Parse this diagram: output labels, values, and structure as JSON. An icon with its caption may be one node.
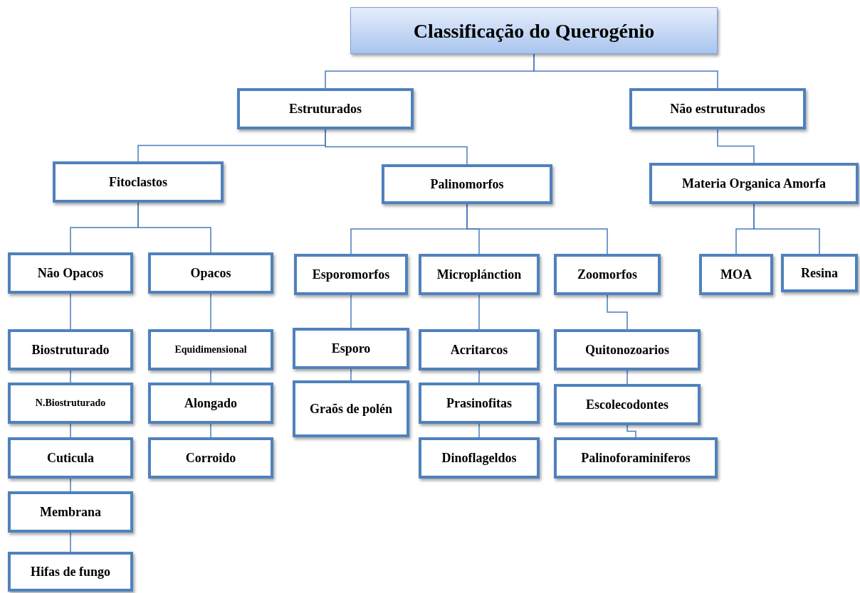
{
  "diagram": {
    "nodes": [
      {
        "text": [
          "Classificação do Querogénio"
        ]
      },
      {
        "text": [
          "Estruturados"
        ]
      },
      {
        "text": [
          "Não estruturados"
        ]
      },
      {
        "text": [
          "Fitoclastos"
        ]
      },
      {
        "text": [
          "Palinomorfos"
        ]
      },
      {
        "text": [
          "Materia Organica Amorfa"
        ]
      },
      {
        "text": [
          "Não Opacos"
        ]
      },
      {
        "text": [
          "Opacos"
        ]
      },
      {
        "text": [
          "Esporomorfos"
        ]
      },
      {
        "text": [
          "Microplánction"
        ]
      },
      {
        "text": [
          "Zoomorfos"
        ]
      },
      {
        "text": [
          "MOA"
        ]
      },
      {
        "text": [
          "Resina"
        ]
      },
      {
        "text": [
          "Biostruturado"
        ]
      },
      {
        "text": [
          "N.Biostruturado"
        ]
      },
      {
        "text": [
          "Cuticula"
        ]
      },
      {
        "text": [
          "Membrana"
        ]
      },
      {
        "text": [
          "Hifas de fungo"
        ]
      },
      {
        "text": [
          "Equidimensional"
        ]
      },
      {
        "text": [
          "Alongado"
        ]
      },
      {
        "text": [
          "Corroido"
        ]
      },
      {
        "text": [
          "Esporo"
        ]
      },
      {
        "text": [
          "Graõs de polén"
        ]
      },
      {
        "text": [
          "Acritarcos"
        ]
      },
      {
        "text": [
          "Prasinofitas"
        ]
      },
      {
        "text": [
          "Dinoflageldos"
        ]
      },
      {
        "text": [
          "Quitonozoarios"
        ]
      },
      {
        "text": [
          "Escolecodontes"
        ]
      },
      {
        "text": [
          "Palinoforaminiferos"
        ]
      }
    ],
    "edges": [
      {
        "from": 0,
        "to": 1,
        "arrow": "none"
      },
      {
        "from": 0,
        "to": 2,
        "arrow": "none"
      },
      {
        "from": 1,
        "to": 3,
        "arrow": "none"
      },
      {
        "from": 1,
        "to": 4,
        "arrow": "none"
      },
      {
        "from": 2,
        "to": 5,
        "arrow": "none"
      },
      {
        "from": 3,
        "to": 6,
        "arrow": "none"
      },
      {
        "from": 3,
        "to": 7,
        "arrow": "none"
      },
      {
        "from": 4,
        "to": 8,
        "arrow": "none"
      },
      {
        "from": 4,
        "to": 9,
        "arrow": "none"
      },
      {
        "from": 4,
        "to": 10,
        "arrow": "none"
      },
      {
        "from": 5,
        "to": 11,
        "arrow": "none"
      },
      {
        "from": 5,
        "to": 12,
        "arrow": "none"
      },
      {
        "from": 6,
        "to": 13,
        "arrow": "none"
      },
      {
        "from": 13,
        "to": 14,
        "arrow": "none"
      },
      {
        "from": 14,
        "to": 15,
        "arrow": "none"
      },
      {
        "from": 15,
        "to": 16,
        "arrow": "none"
      },
      {
        "from": 16,
        "to": 17,
        "arrow": "none"
      },
      {
        "from": 7,
        "to": 18,
        "arrow": "none"
      },
      {
        "from": 18,
        "to": 19,
        "arrow": "none"
      },
      {
        "from": 19,
        "to": 20,
        "arrow": "none"
      },
      {
        "from": 8,
        "to": 21,
        "arrow": "none"
      },
      {
        "from": 21,
        "to": 22,
        "arrow": "none"
      },
      {
        "from": 9,
        "to": 23,
        "arrow": "none"
      },
      {
        "from": 23,
        "to": 24,
        "arrow": "none"
      },
      {
        "from": 24,
        "to": 25,
        "arrow": "none"
      },
      {
        "from": 10,
        "to": 26,
        "arrow": "none"
      },
      {
        "from": 26,
        "to": 27,
        "arrow": "none"
      },
      {
        "from": 27,
        "to": 28,
        "arrow": "none"
      }
    ]
  }
}
